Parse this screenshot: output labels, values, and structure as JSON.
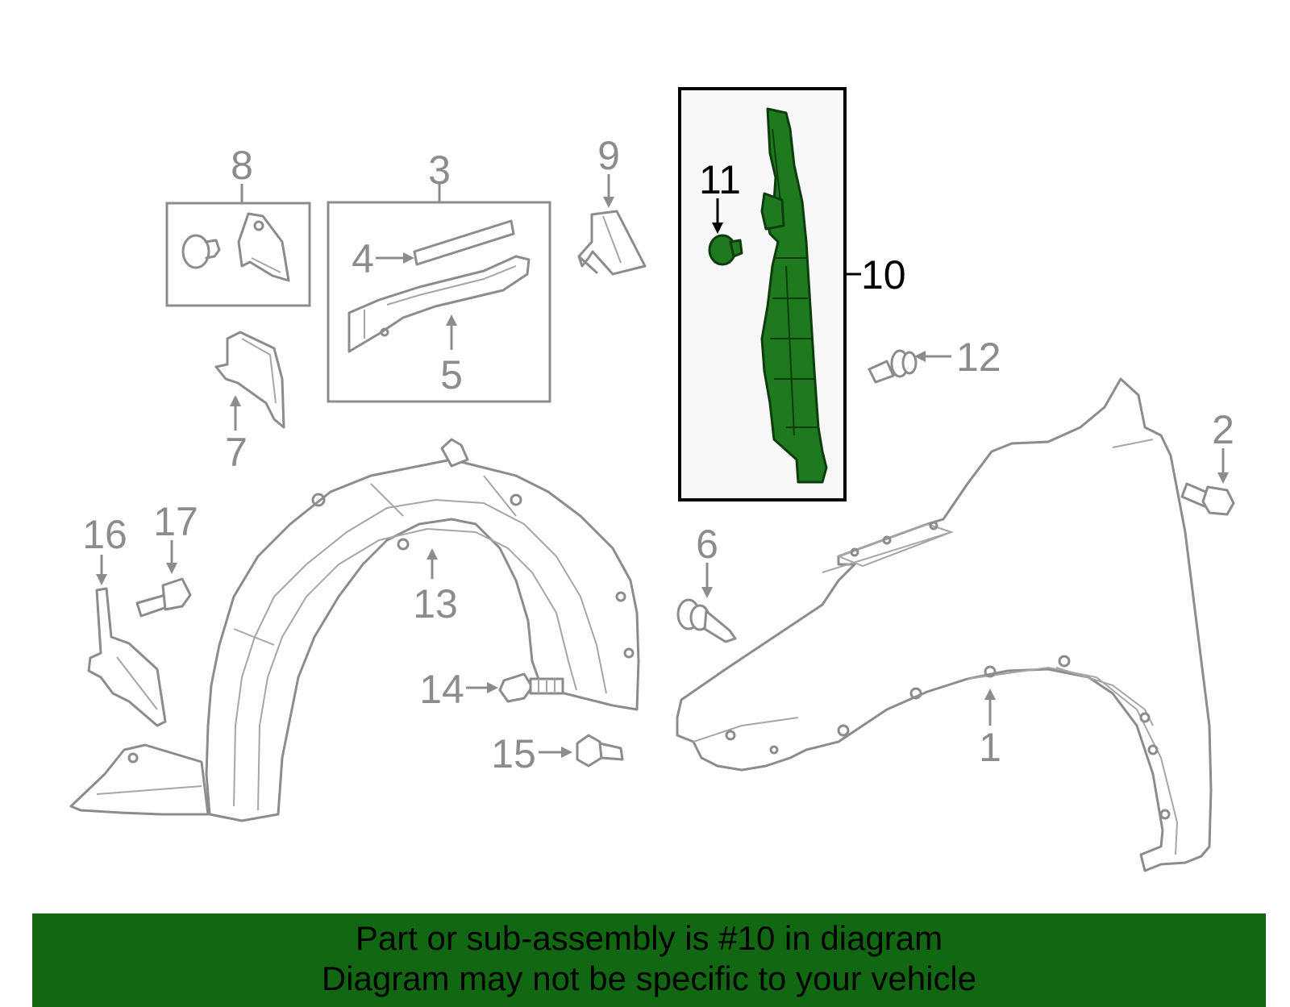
{
  "colors": {
    "line_art": "#8c8c8c",
    "highlight_part": "#1f7a1f",
    "banner_background": "#126812",
    "banner_text": "#000000",
    "highlight_callout": "#000000"
  },
  "callouts": {
    "c1": "1",
    "c2": "2",
    "c3": "3",
    "c4": "4",
    "c5": "5",
    "c6": "6",
    "c7": "7",
    "c8": "8",
    "c9": "9",
    "c10": "10",
    "c11": "11",
    "c12": "12",
    "c13": "13",
    "c14": "14",
    "c15": "15",
    "c16": "16",
    "c17": "17"
  },
  "highlighted_part": "10",
  "banner": {
    "line1": "Part or sub-assembly is #10 in diagram",
    "line2": "Diagram may not be specific to your vehicle"
  }
}
